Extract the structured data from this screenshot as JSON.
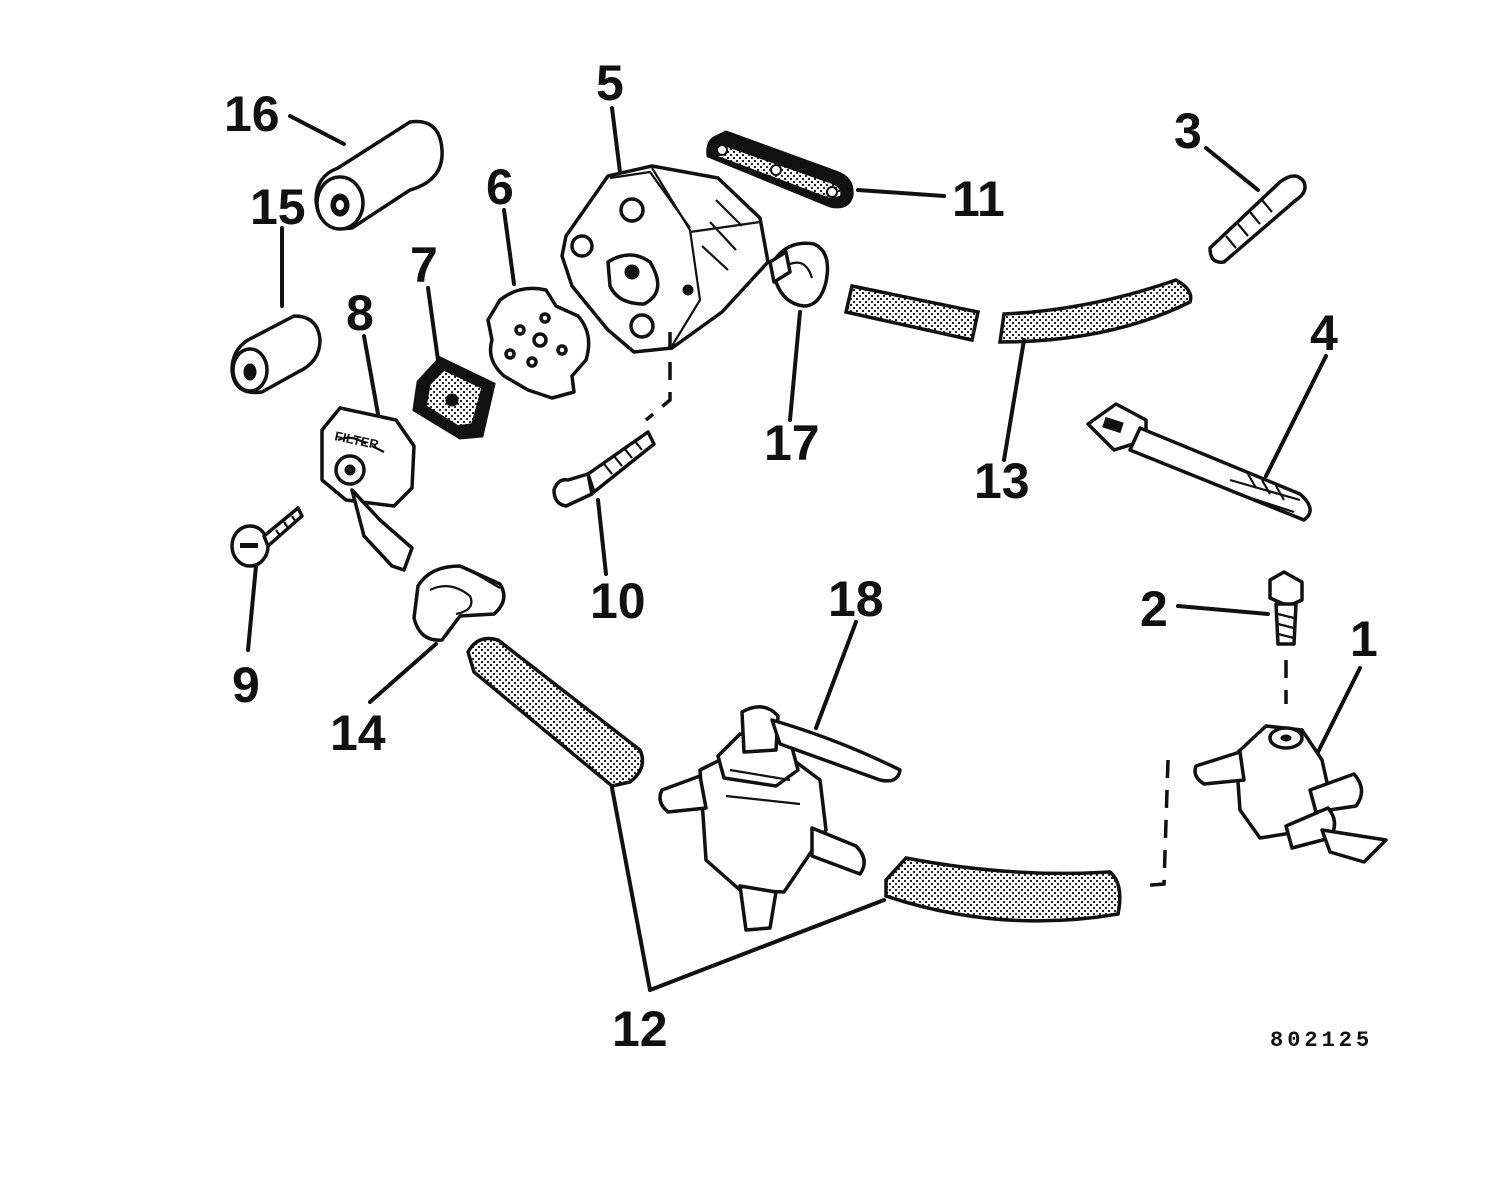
{
  "figure_number": "802125",
  "parts": [
    {
      "id": "1",
      "label": "1"
    },
    {
      "id": "2",
      "label": "2"
    },
    {
      "id": "3",
      "label": "3"
    },
    {
      "id": "4",
      "label": "4"
    },
    {
      "id": "5",
      "label": "5"
    },
    {
      "id": "6",
      "label": "6"
    },
    {
      "id": "7",
      "label": "7"
    },
    {
      "id": "8",
      "label": "8"
    },
    {
      "id": "9",
      "label": "9"
    },
    {
      "id": "10",
      "label": "10"
    },
    {
      "id": "11",
      "label": "11"
    },
    {
      "id": "12",
      "label": "12"
    },
    {
      "id": "13",
      "label": "13"
    },
    {
      "id": "14",
      "label": "14"
    },
    {
      "id": "15",
      "label": "15"
    },
    {
      "id": "16",
      "label": "16"
    },
    {
      "id": "17",
      "label": "17"
    },
    {
      "id": "18",
      "label": "18"
    }
  ],
  "filter_cap_text": "FILTER",
  "colors": {
    "ink": "#111111",
    "paper": "#ffffff"
  }
}
